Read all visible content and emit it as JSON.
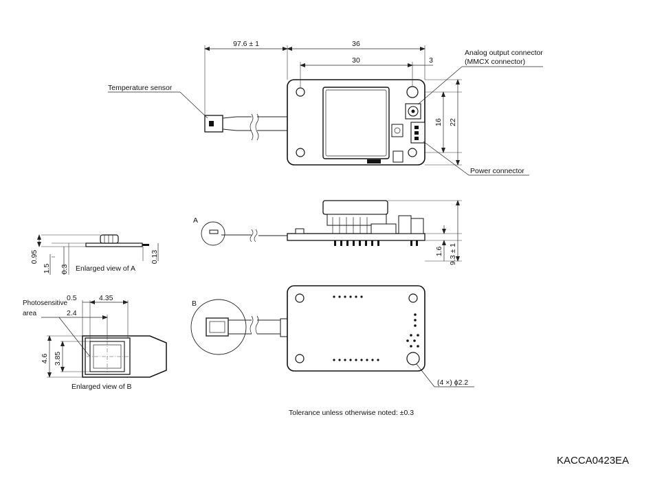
{
  "dimensions": {
    "cable_length": "97.6 ± 1",
    "board_width": "36",
    "hole_spacing_x": "30",
    "edge_offset": "3",
    "hole_spacing_y": "16",
    "board_height": "22",
    "connector_height": "1.6",
    "total_height": "9.3 ± 1",
    "a_height": "0.95",
    "a_base": "1.5",
    "a_pcb": "0.3",
    "a_chip": "0.13",
    "b_offset": "0.5",
    "b_width": "4.35",
    "b_area": "2.4",
    "b_outer": "4.6",
    "b_inner": "3.85",
    "mount_hole": "(4 ×) ϕ2.2"
  },
  "labels": {
    "temperature_sensor": "Temperature sensor",
    "analog_connector_1": "Analog output connector",
    "analog_connector_2": "(MMCX connector)",
    "power_connector": "Power connector",
    "view_a_marker": "A",
    "view_b_marker": "B",
    "enlarged_a": "Enlarged view of A",
    "enlarged_b": "Enlarged view of B",
    "photosensitive_1": "Photosensitive",
    "photosensitive_2": "area",
    "tolerance": "Tolerance unless otherwise noted: ±0.3",
    "drawing_code": "KACCA0423EA"
  }
}
